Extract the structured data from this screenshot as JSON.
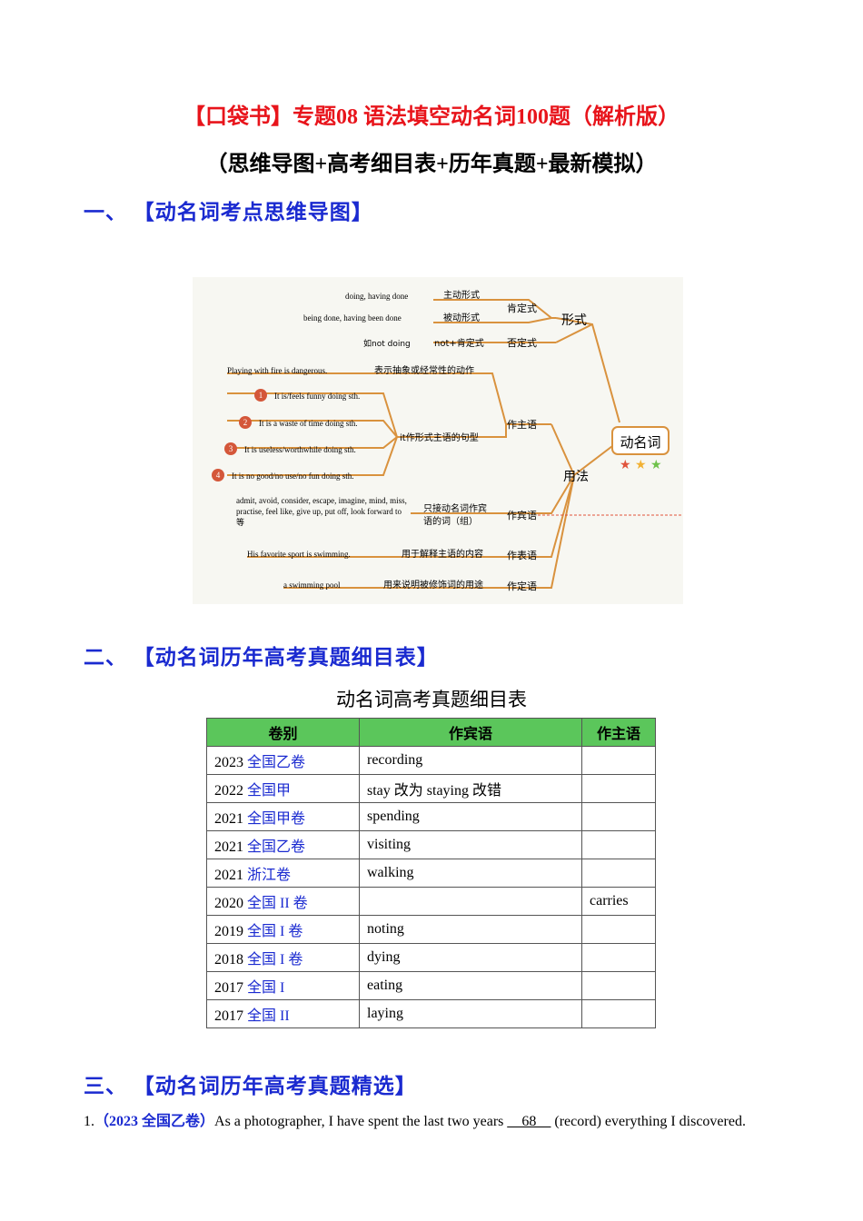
{
  "title": "【口袋书】专题08 语法填空动名词100题（解析版）",
  "subtitle": "（思维导图+高考细目表+历年真题+最新模拟）",
  "sections": {
    "s1": "一、 【动名词考点思维导图】",
    "s2": "二、 【动名词历年高考真题细目表】",
    "s3": "三、 【动名词历年高考真题精选】"
  },
  "mindmap": {
    "root": "动名词",
    "form": "形式",
    "usage": "用法",
    "affirm": "肯定式",
    "negative": "否定式",
    "active_label": "主动形式",
    "active_ex": "doing, having done",
    "passive_label": "被动形式",
    "passive_ex": "being done, having been done",
    "neg_label": "not+肯定式",
    "neg_ex": "如not doing",
    "subject": "作主语",
    "object": "作宾语",
    "predicative": "作表语",
    "attributive": "作定语",
    "abstract_ex": "Playing with fire is dangerous.",
    "abstract_label": "表示抽象或经常性的动作",
    "it_label": "it作形式主语的句型",
    "it_items": [
      "It is/feels funny doing sth.",
      "It is a waste of time doing sth.",
      "It is useless/worthwhile doing sth.",
      "It is no good/no use/no fun doing sth."
    ],
    "it_nums": [
      "1",
      "2",
      "3",
      "4"
    ],
    "verbs_ex": "admit, avoid, consider, escape, imagine, mind, miss, practise, feel like, give up, put off, look forward to等",
    "verbs_label1": "只接动名词作宾",
    "verbs_label2": "语的词（组）",
    "pred_ex": "His favorite sport is swimming.",
    "pred_label": "用于解释主语的内容",
    "attr_ex": "a swimming pool",
    "attr_label": "用来说明被修饰词的用途"
  },
  "table": {
    "caption": "动名词高考真题细目表",
    "headers": [
      "卷别",
      "作宾语",
      "作主语"
    ],
    "rows": [
      {
        "year": "2023",
        "paper": "全国乙卷",
        "obj": "recording",
        "subj": ""
      },
      {
        "year": "2022",
        "paper": "全国甲",
        "obj": "stay 改为 staying 改错",
        "subj": ""
      },
      {
        "year": "2021",
        "paper": "全国甲卷",
        "obj": "spending",
        "subj": ""
      },
      {
        "year": "2021",
        "paper": "全国乙卷",
        "obj": "visiting",
        "subj": ""
      },
      {
        "year": "2021",
        "paper": "浙江卷",
        "obj": "walking",
        "subj": ""
      },
      {
        "year": "2020",
        "paper": "全国 II 卷",
        "obj": "",
        "subj": "carries"
      },
      {
        "year": "2019",
        "paper": "全国 I 卷",
        "obj": "noting",
        "subj": ""
      },
      {
        "year": "2018",
        "paper": "全国 I 卷",
        "obj": "dying",
        "subj": ""
      },
      {
        "year": "2017",
        "paper": "全国 I",
        "obj": "eating",
        "subj": ""
      },
      {
        "year": "2017",
        "paper": "全国 II",
        "obj": "laying",
        "subj": ""
      }
    ]
  },
  "question": {
    "num": "1.",
    "source": "（2023 全国乙卷）",
    "text_before": "As a photographer, I have spent the last two years ",
    "blank": "__68__",
    "text_after": " (record) everything I discovered."
  }
}
